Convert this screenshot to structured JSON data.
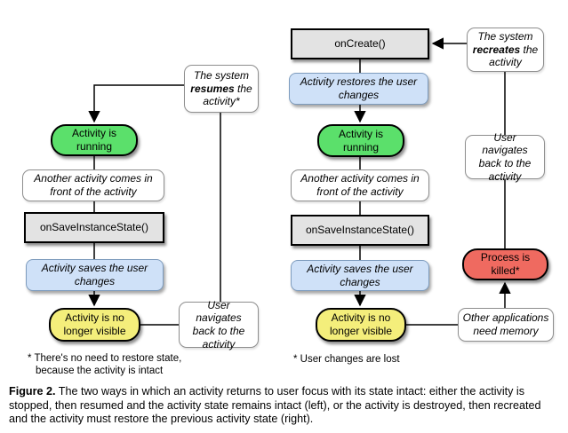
{
  "left_flow": {
    "resume_note": {
      "pre": "The system",
      "bold": "resumes",
      "post": "the activity*"
    },
    "running_label": "Activity is running",
    "another_activity_label": "Another activity comes in front of the activity",
    "on_save_label": "onSaveInstanceState()",
    "saves_label": "Activity saves the user changes",
    "not_visible_label": "Activity is no longer visible",
    "user_navigates_label": "User navigates back to the activity",
    "footnote_line1": "* There's no need to restore state,",
    "footnote_line2": "because the activity is intact"
  },
  "right_flow": {
    "on_create_label": "onCreate()",
    "recreate_note": {
      "pre": "The system",
      "bold": "recreates",
      "post": "the activity"
    },
    "restores_label": "Activity restores the user changes",
    "running_label": "Activity is running",
    "another_activity_label": "Another activity comes in front of the activity",
    "on_save_label": "onSaveInstanceState()",
    "saves_label": "Activity saves the user changes",
    "not_visible_label": "Activity is no longer visible",
    "user_navigates_label": "User navigates back to the activity",
    "process_killed_label": "Process is killed*",
    "other_apps_label": "Other applications need memory",
    "footnote": "* User changes are lost"
  },
  "caption": {
    "label": "Figure 2.",
    "text": "The two ways in which an activity returns to user focus with its state intact: either the activity is stopped, then resumed and the activity state remains intact (left), or the activity is destroyed, then recreated and the activity must restore the previous activity state (right)."
  },
  "colors": {
    "running_green": "#5be06b",
    "state_blue": "#cfe1f8",
    "not_visible_yellow": "#f4ee7b",
    "killed_red": "#ef6a60",
    "callback_gray": "#e3e3e3"
  }
}
